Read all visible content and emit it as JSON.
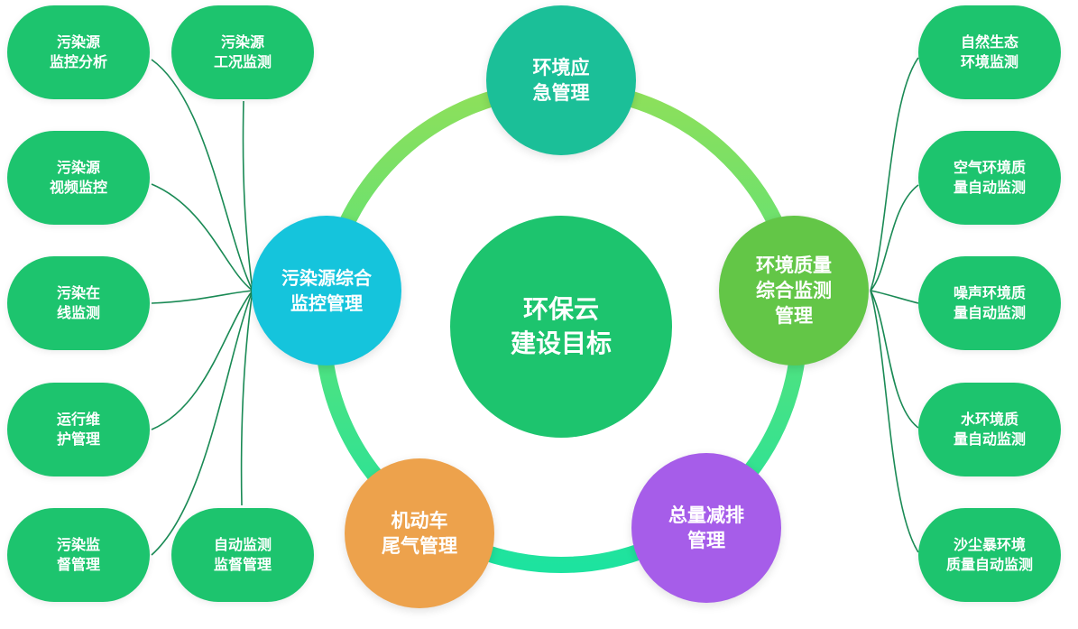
{
  "center": {
    "label": "环保云\n建设目标",
    "color": "#1dc46e"
  },
  "nodes": {
    "emergency": {
      "label": "环境应\n急管理",
      "color": "#1bbf98"
    },
    "pollution": {
      "label": "污染源综合\n监控管理",
      "color": "#15c4dc"
    },
    "quality": {
      "label": "环境质量\n综合监测\n管理",
      "color": "#63c647"
    },
    "vehicle": {
      "label": "机动车\n尾气管理",
      "color": "#eda24c"
    },
    "emission": {
      "label": "总量减排\n管理",
      "color": "#a65de9"
    }
  },
  "left_items": [
    {
      "label": "污染源\n监控分析"
    },
    {
      "label": "污染源\n工况监测"
    },
    {
      "label": "污染源\n视频监控"
    },
    {
      "label": "污染在\n线监测"
    },
    {
      "label": "运行维\n护管理"
    },
    {
      "label": "污染监\n督管理"
    },
    {
      "label": "自动监测\n监督管理"
    }
  ],
  "right_items": [
    {
      "label": "自然生态\n环境监测"
    },
    {
      "label": "空气环境质\n量自动监测"
    },
    {
      "label": "噪声环境质\n量自动监测"
    },
    {
      "label": "水环境质\n量自动监测"
    },
    {
      "label": "沙尘暴环境\n质量自动监测"
    }
  ],
  "colors": {
    "pill": "#1dc46e",
    "connector": "#1a8a55",
    "ring_top": "#8ee05a",
    "ring_bottom": "#1de39f"
  }
}
